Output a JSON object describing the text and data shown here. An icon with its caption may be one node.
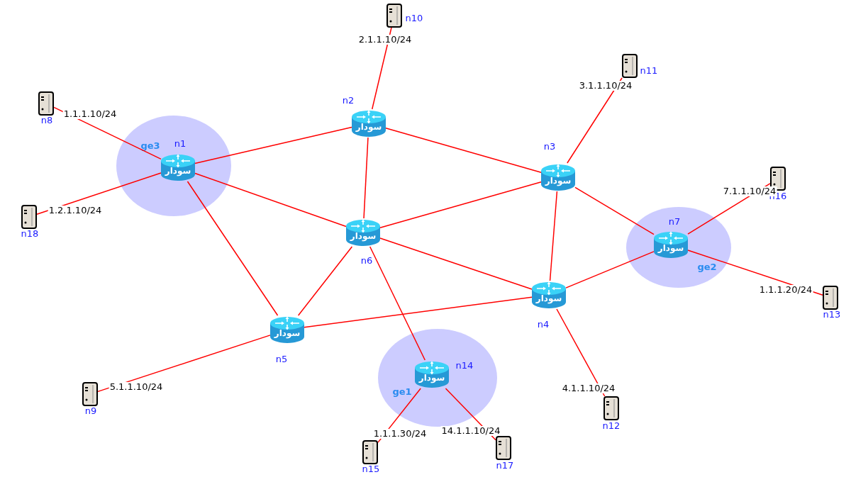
{
  "diagram": {
    "nodes": [
      {
        "text": [
          "ge3"
        ]
      },
      {
        "text": [
          "n1",
          "سودار"
        ],
        "in": 0
      },
      {
        "text": [
          "n10"
        ]
      },
      {
        "text": [
          "n2",
          "سودار"
        ]
      },
      {
        "text": [
          "n11"
        ]
      },
      {
        "text": [
          "n8"
        ]
      },
      {
        "text": [
          "n3",
          "سودار"
        ]
      },
      {
        "text": [
          "n16"
        ]
      },
      {
        "text": [
          "n18"
        ]
      },
      {
        "text": [
          "ge2"
        ]
      },
      {
        "text": [
          "n7",
          "سودار"
        ],
        "in": 9
      },
      {
        "text": [
          "سودار",
          "n6"
        ]
      },
      {
        "text": [
          "سودار",
          "n4"
        ]
      },
      {
        "text": [
          "n13"
        ]
      },
      {
        "text": [
          "سودار",
          "n5"
        ]
      },
      {
        "text": [
          "ge1"
        ]
      },
      {
        "text": [
          "n14",
          "سودار"
        ],
        "in": 15
      },
      {
        "text": [
          "n9"
        ]
      },
      {
        "text": [
          "n12"
        ]
      },
      {
        "text": [
          "n15"
        ]
      },
      {
        "text": [
          "n17"
        ]
      }
    ],
    "edges": [
      {
        "from": 1,
        "to": 5,
        "arrow": "none",
        "label": "1.1.1.10/24"
      },
      {
        "from": 1,
        "to": 8,
        "arrow": "none",
        "label": "1.2.1.10/24"
      },
      {
        "from": 1,
        "to": 3,
        "arrow": "none"
      },
      {
        "from": 1,
        "to": 11,
        "arrow": "none"
      },
      {
        "from": 1,
        "to": 14,
        "arrow": "none"
      },
      {
        "from": 3,
        "to": 2,
        "arrow": "none",
        "label": "2.1.1.10/24"
      },
      {
        "from": 3,
        "to": 6,
        "arrow": "none"
      },
      {
        "from": 3,
        "to": 11,
        "arrow": "none"
      },
      {
        "from": 6,
        "to": 4,
        "arrow": "none",
        "label": "3.1.1.10/24"
      },
      {
        "from": 6,
        "to": 11,
        "arrow": "none"
      },
      {
        "from": 6,
        "to": 12,
        "arrow": "none"
      },
      {
        "from": 6,
        "to": 10,
        "arrow": "none"
      },
      {
        "from": 10,
        "to": 7,
        "arrow": "none",
        "label": "7.1.1.10/24"
      },
      {
        "from": 10,
        "to": 13,
        "arrow": "none",
        "label": "1.1.1.20/24"
      },
      {
        "from": 10,
        "to": 12,
        "arrow": "none"
      },
      {
        "from": 11,
        "to": 12,
        "arrow": "none"
      },
      {
        "from": 11,
        "to": 14,
        "arrow": "none"
      },
      {
        "from": 11,
        "to": 16,
        "arrow": "none"
      },
      {
        "from": 12,
        "to": 14,
        "arrow": "none"
      },
      {
        "from": 12,
        "to": 18,
        "arrow": "none",
        "label": "4.1.1.10/24"
      },
      {
        "from": 14,
        "to": 17,
        "arrow": "none",
        "label": "5.1.1.10/24"
      },
      {
        "from": 16,
        "to": 19,
        "arrow": "none",
        "label": "1.1.1.30/24"
      },
      {
        "from": 16,
        "to": 20,
        "arrow": "none",
        "label": "14.1.1.10/24"
      }
    ]
  }
}
